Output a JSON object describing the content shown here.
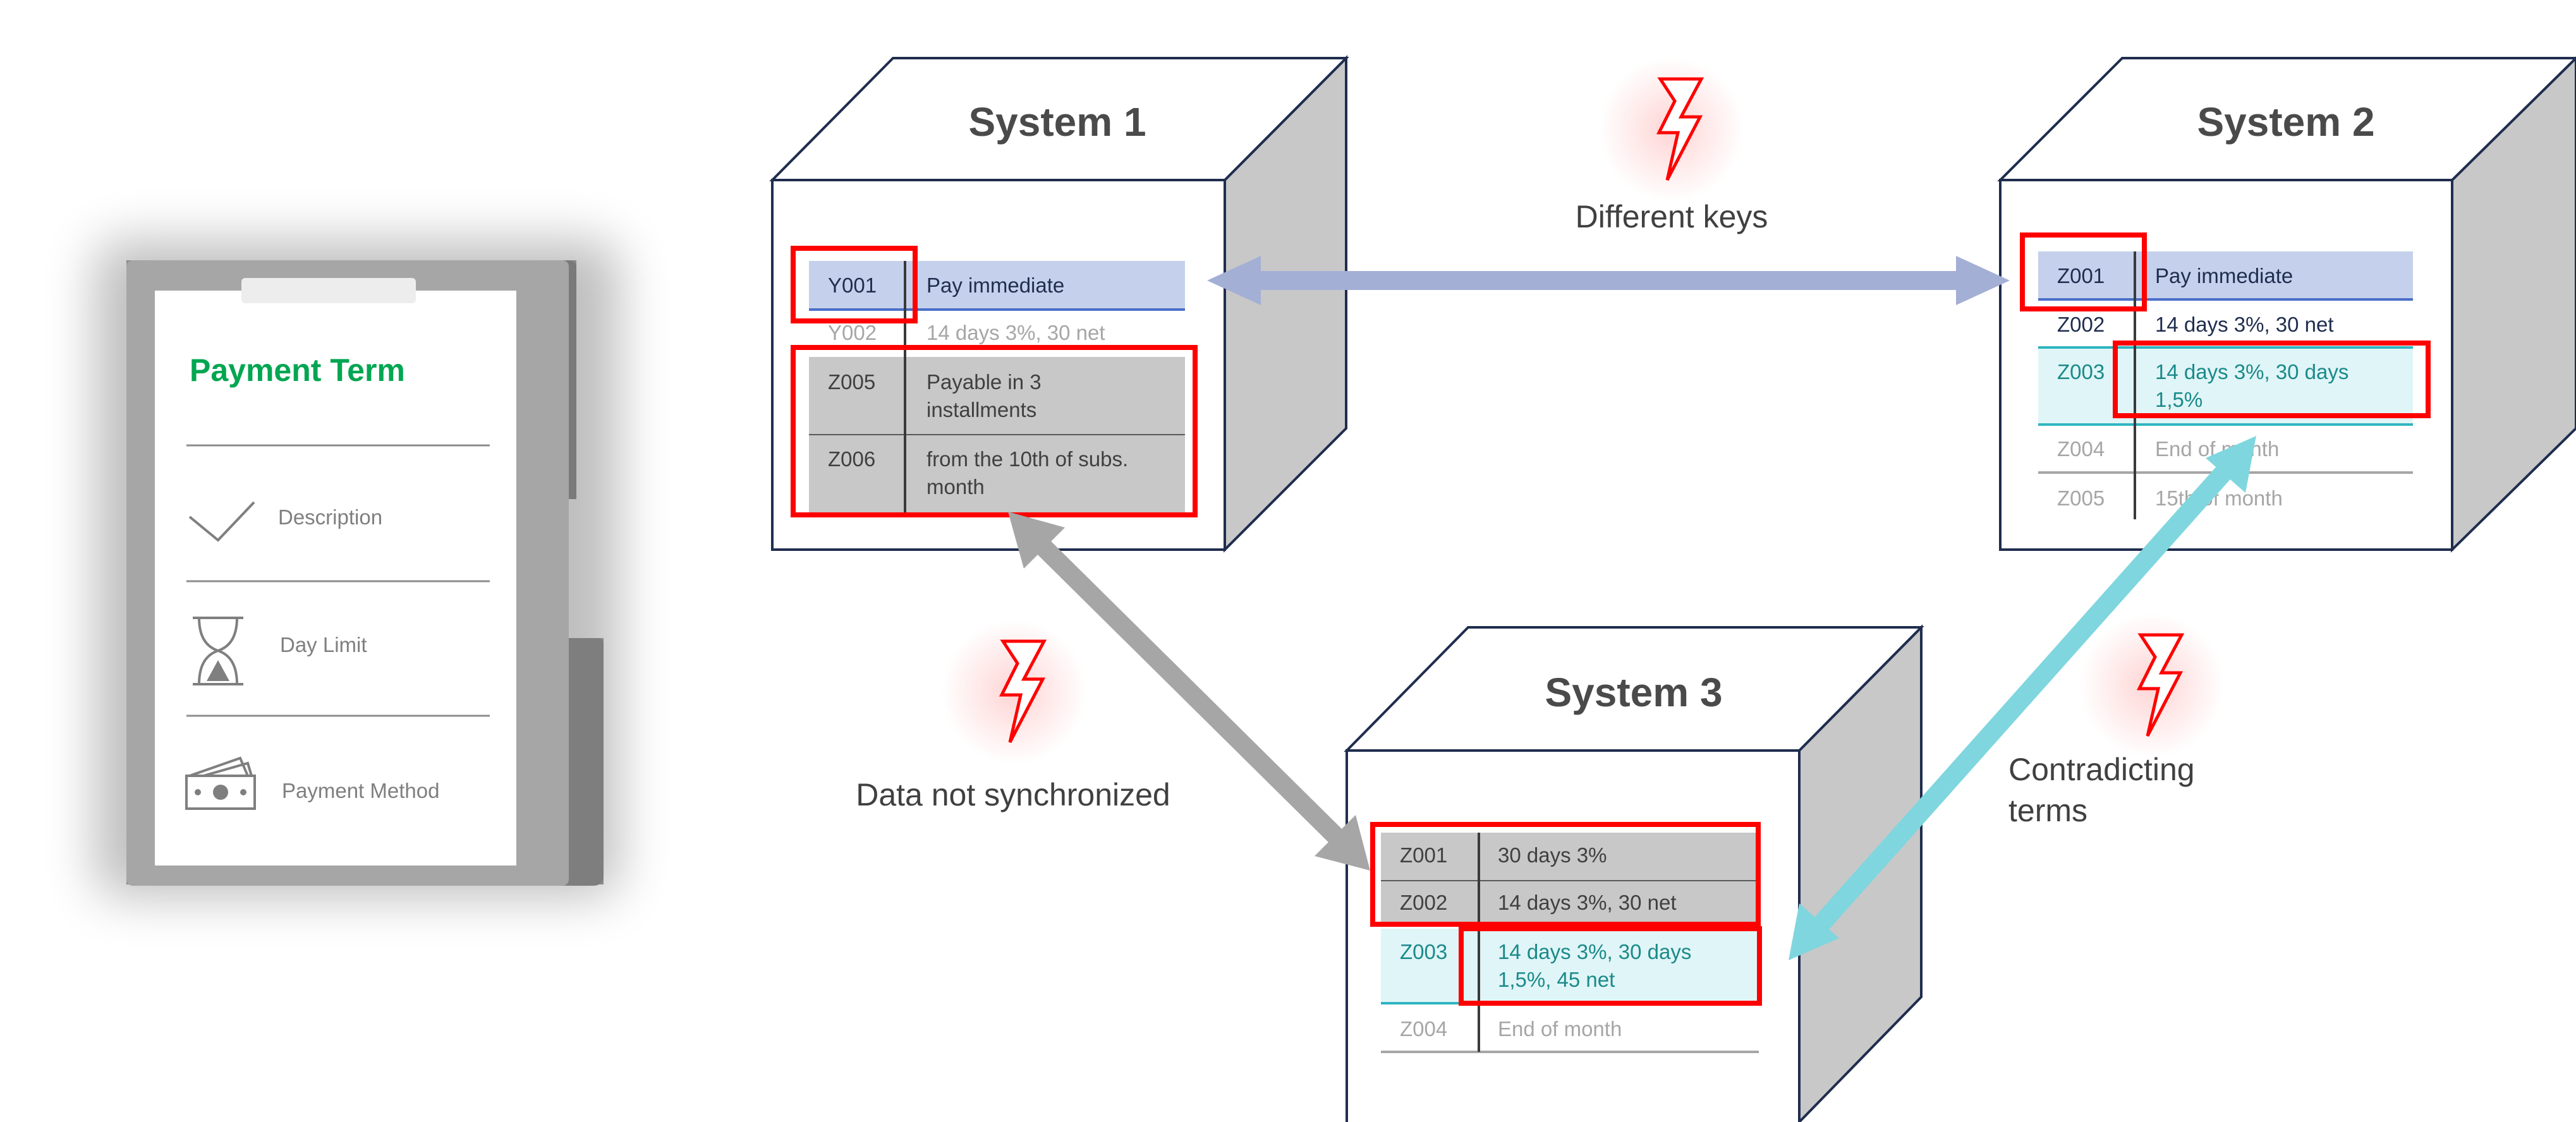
{
  "clipboard": {
    "title": "Payment Term",
    "fields": [
      {
        "icon": "checkmark-icon",
        "label": "Description"
      },
      {
        "icon": "hourglass-icon",
        "label": "Day Limit"
      },
      {
        "icon": "money-icon",
        "label": "Payment Method"
      }
    ]
  },
  "systems": [
    {
      "title": "System 1",
      "rows": [
        {
          "key": "Y001",
          "text": "Pay immediate",
          "style": "highlight"
        },
        {
          "key": "Y002",
          "text": "14 days 3%, 30 net",
          "style": "faded"
        },
        {
          "key": "Z005",
          "text": [
            "Payable in 3",
            "installments"
          ],
          "style": "grey"
        },
        {
          "key": "Z006",
          "text": [
            "from the 10th of subs.",
            "month"
          ],
          "style": "grey"
        }
      ]
    },
    {
      "title": "System 2",
      "rows": [
        {
          "key": "Z001",
          "text": "Pay immediate",
          "style": "highlight"
        },
        {
          "key": "Z002",
          "text": "14 days 3%, 30 net",
          "style": "normal"
        },
        {
          "key": "Z003",
          "text": [
            "14 days 3%, 30 days",
            "1,5%"
          ],
          "style": "cyan"
        },
        {
          "key": "Z004",
          "text": "End of month",
          "style": "faded"
        },
        {
          "key": "Z005",
          "text": "15th of month",
          "style": "faded"
        }
      ]
    },
    {
      "title": "System 3",
      "rows": [
        {
          "key": "Z001",
          "text": "30 days 3%",
          "style": "grey"
        },
        {
          "key": "Z002",
          "text": "14 days 3%, 30 net",
          "style": "grey"
        },
        {
          "key": "Z003",
          "text": [
            "14 days 3%, 30 days",
            "1,5%, 45 net"
          ],
          "style": "cyan"
        },
        {
          "key": "Z004",
          "text": "End of month",
          "style": "faded"
        }
      ]
    }
  ],
  "issues": [
    {
      "label": [
        "Different keys"
      ],
      "icon": "lightning-icon"
    },
    {
      "label": [
        "Data not synchronized"
      ],
      "icon": "lightning-icon"
    },
    {
      "label": [
        "Contradicting",
        "terms"
      ],
      "icon": "lightning-icon"
    }
  ],
  "colors": {
    "title_green": "#00A651",
    "highlight_red": "#FF0000",
    "arrow_blue": "#A4AFD6",
    "arrow_grey": "#A6A6A6",
    "arrow_cyan": "#7FD6DE",
    "cube_edge": "#1F2D4E",
    "cube_side": "#C8C8C8",
    "row_highlight": "#C5D1EC",
    "row_grey": "#C8C8C8",
    "row_cyan": "#E0F5F7",
    "cyan_text": "#1B8A8A"
  }
}
